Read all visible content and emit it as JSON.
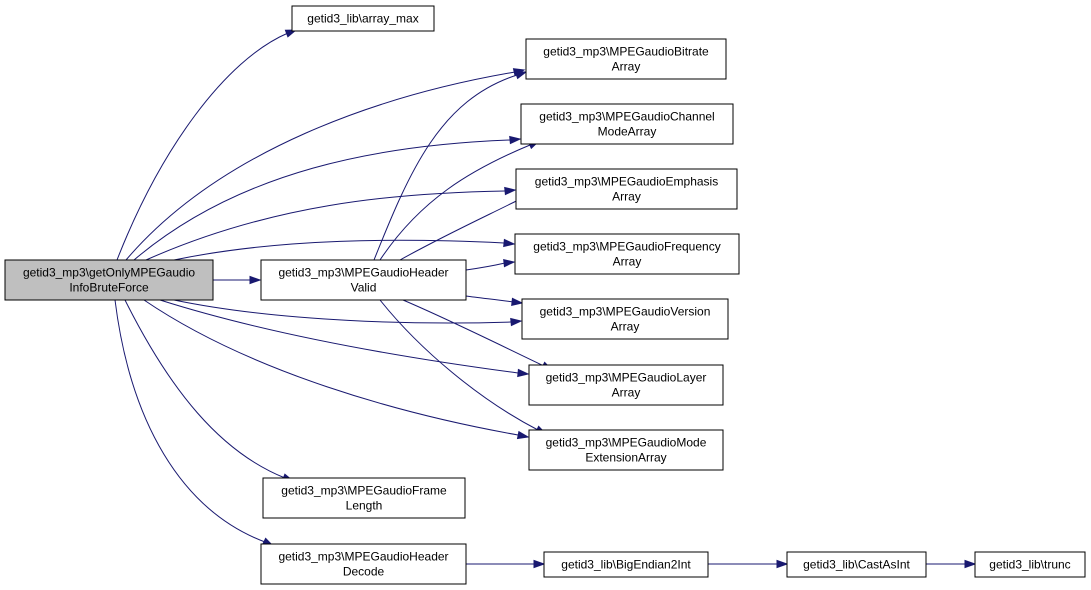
{
  "nodes": [
    {
      "id": "root",
      "lines": [
        "getid3_mp3\\getOnlyMPEGaudio",
        "InfoBruteForce"
      ],
      "highlight": true
    },
    {
      "id": "array_max",
      "lines": [
        "getid3_lib\\array_max"
      ]
    },
    {
      "id": "bitrate",
      "lines": [
        "getid3_mp3\\MPEGaudioBitrate",
        "Array"
      ]
    },
    {
      "id": "channel",
      "lines": [
        "getid3_mp3\\MPEGaudioChannel",
        "ModeArray"
      ]
    },
    {
      "id": "emphasis",
      "lines": [
        "getid3_mp3\\MPEGaudioEmphasis",
        "Array"
      ]
    },
    {
      "id": "frequency",
      "lines": [
        "getid3_mp3\\MPEGaudioFrequency",
        "Array"
      ]
    },
    {
      "id": "headervalid",
      "lines": [
        "getid3_mp3\\MPEGaudioHeader",
        "Valid"
      ]
    },
    {
      "id": "version",
      "lines": [
        "getid3_mp3\\MPEGaudioVersion",
        "Array"
      ]
    },
    {
      "id": "layer",
      "lines": [
        "getid3_mp3\\MPEGaudioLayer",
        "Array"
      ]
    },
    {
      "id": "modeext",
      "lines": [
        "getid3_mp3\\MPEGaudioMode",
        "ExtensionArray"
      ]
    },
    {
      "id": "framelength",
      "lines": [
        "getid3_mp3\\MPEGaudioFrame",
        "Length"
      ]
    },
    {
      "id": "headerdecode",
      "lines": [
        "getid3_mp3\\MPEGaudioHeader",
        "Decode"
      ]
    },
    {
      "id": "bigendian",
      "lines": [
        "getid3_lib\\BigEndian2Int"
      ]
    },
    {
      "id": "castasint",
      "lines": [
        "getid3_lib\\CastAsInt"
      ]
    },
    {
      "id": "trunc",
      "lines": [
        "getid3_lib\\trunc"
      ]
    }
  ],
  "edges": [
    [
      "root",
      "array_max"
    ],
    [
      "root",
      "bitrate"
    ],
    [
      "root",
      "channel"
    ],
    [
      "root",
      "emphasis"
    ],
    [
      "root",
      "frequency"
    ],
    [
      "root",
      "headervalid"
    ],
    [
      "root",
      "version"
    ],
    [
      "root",
      "layer"
    ],
    [
      "root",
      "modeext"
    ],
    [
      "root",
      "framelength"
    ],
    [
      "root",
      "headerdecode"
    ],
    [
      "headervalid",
      "bitrate"
    ],
    [
      "headervalid",
      "channel"
    ],
    [
      "headervalid",
      "emphasis"
    ],
    [
      "headervalid",
      "frequency"
    ],
    [
      "headervalid",
      "version"
    ],
    [
      "headervalid",
      "layer"
    ],
    [
      "headervalid",
      "modeext"
    ],
    [
      "headerdecode",
      "bigendian"
    ],
    [
      "bigendian",
      "castasint"
    ],
    [
      "castasint",
      "trunc"
    ]
  ],
  "colors": {
    "edge": "#191970",
    "root_fill": "#bfbfbf",
    "node_fill": "#ffffff",
    "border": "#000000"
  }
}
